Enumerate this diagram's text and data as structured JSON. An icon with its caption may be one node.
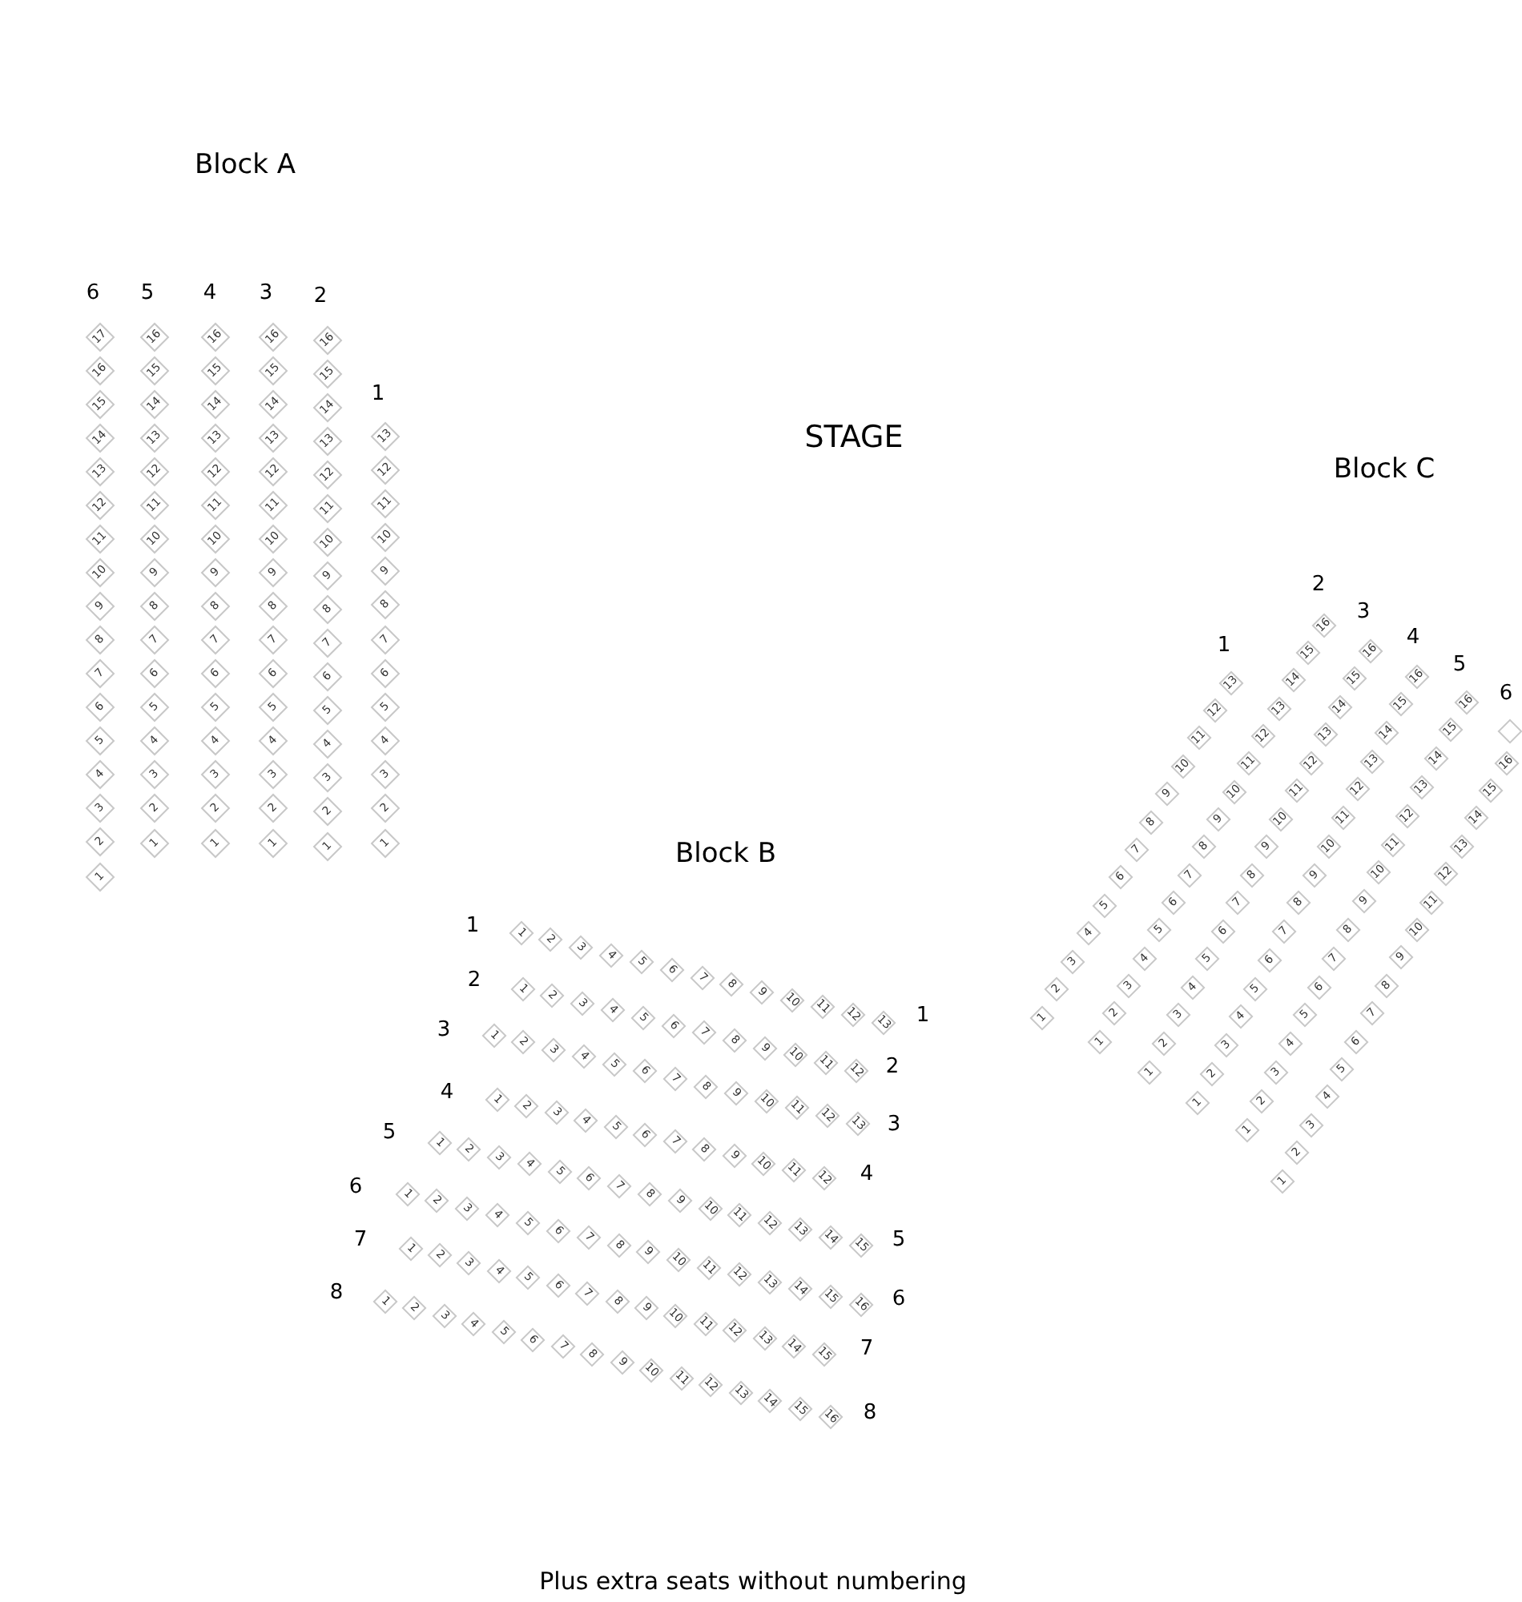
{
  "diagram": {
    "caption": "Plus extra seats without numbering",
    "nodes": [
      {
        "text": [
          "17"
        ]
      },
      {
        "text": [
          "16"
        ]
      },
      {
        "text": [
          "15"
        ]
      },
      {
        "text": [
          "14"
        ]
      },
      {
        "text": [
          "13"
        ]
      },
      {
        "text": [
          "12"
        ]
      },
      {
        "text": [
          "11"
        ]
      },
      {
        "text": [
          "10"
        ]
      },
      {
        "text": [
          "9"
        ]
      },
      {
        "text": [
          "8"
        ]
      },
      {
        "text": [
          "7"
        ]
      },
      {
        "text": [
          "6"
        ]
      },
      {
        "text": [
          "5"
        ]
      },
      {
        "text": [
          "4"
        ]
      },
      {
        "text": [
          "3"
        ]
      },
      {
        "text": [
          "2"
        ]
      },
      {
        "text": [
          "1"
        ]
      },
      {
        "text": [
          "16"
        ]
      },
      {
        "text": [
          "15"
        ]
      },
      {
        "text": [
          "14"
        ]
      },
      {
        "text": [
          "13"
        ]
      },
      {
        "text": [
          "12"
        ]
      },
      {
        "text": [
          "11"
        ]
      },
      {
        "text": [
          "10"
        ]
      },
      {
        "text": [
          "9"
        ]
      },
      {
        "text": [
          "8"
        ]
      },
      {
        "text": [
          "7"
        ]
      },
      {
        "text": [
          "6"
        ]
      },
      {
        "text": [
          "5"
        ]
      },
      {
        "text": [
          "4"
        ]
      },
      {
        "text": [
          "3"
        ]
      },
      {
        "text": [
          "2"
        ]
      },
      {
        "text": [
          "1"
        ]
      },
      {
        "text": [
          "16"
        ]
      },
      {
        "text": [
          "15"
        ]
      },
      {
        "text": [
          "14"
        ]
      },
      {
        "text": [
          "13"
        ]
      },
      {
        "text": [
          "12"
        ]
      },
      {
        "text": [
          "11"
        ]
      },
      {
        "text": [
          "10"
        ]
      },
      {
        "text": [
          "9"
        ]
      },
      {
        "text": [
          "8"
        ]
      },
      {
        "text": [
          "7"
        ]
      },
      {
        "text": [
          "6"
        ]
      },
      {
        "text": [
          "5"
        ]
      },
      {
        "text": [
          "4"
        ]
      },
      {
        "text": [
          "3"
        ]
      },
      {
        "text": [
          "2"
        ]
      },
      {
        "text": [
          "1"
        ]
      },
      {
        "text": [
          "16"
        ]
      },
      {
        "text": [
          "15"
        ]
      },
      {
        "text": [
          "14"
        ]
      },
      {
        "text": [
          "13"
        ]
      },
      {
        "text": [
          "12"
        ]
      },
      {
        "text": [
          "11"
        ]
      },
      {
        "text": [
          "10"
        ]
      },
      {
        "text": [
          "9"
        ]
      },
      {
        "text": [
          "8"
        ]
      },
      {
        "text": [
          "7"
        ]
      },
      {
        "text": [
          "6"
        ]
      },
      {
        "text": [
          "5"
        ]
      },
      {
        "text": [
          "4"
        ]
      },
      {
        "text": [
          "3"
        ]
      },
      {
        "text": [
          "2"
        ]
      },
      {
        "text": [
          "1"
        ]
      },
      {
        "text": [
          "16"
        ]
      },
      {
        "text": [
          "15"
        ]
      },
      {
        "text": [
          "14"
        ]
      },
      {
        "text": [
          "13"
        ]
      },
      {
        "text": [
          "12"
        ]
      },
      {
        "text": [
          "11"
        ]
      },
      {
        "text": [
          "10"
        ]
      },
      {
        "text": [
          "9"
        ]
      },
      {
        "text": [
          "8"
        ]
      },
      {
        "text": [
          "7"
        ]
      },
      {
        "text": [
          "6"
        ]
      },
      {
        "text": [
          "5"
        ]
      },
      {
        "text": [
          "4"
        ]
      },
      {
        "text": [
          "3"
        ]
      },
      {
        "text": [
          "2"
        ]
      },
      {
        "text": [
          "1"
        ]
      },
      {
        "text": [
          "13"
        ]
      },
      {
        "text": [
          "12"
        ]
      },
      {
        "text": [
          "11"
        ]
      },
      {
        "text": [
          "10"
        ]
      },
      {
        "text": [
          "9"
        ]
      },
      {
        "text": [
          "8"
        ]
      },
      {
        "text": [
          "7"
        ]
      },
      {
        "text": [
          "6"
        ]
      },
      {
        "text": [
          "5"
        ]
      },
      {
        "text": [
          "4"
        ]
      },
      {
        "text": [
          "3"
        ]
      },
      {
        "text": [
          "2"
        ]
      },
      {
        "text": [
          "1"
        ]
      },
      {
        "text": [
          "1"
        ]
      },
      {
        "text": [
          "2"
        ]
      },
      {
        "text": [
          "3"
        ]
      },
      {
        "text": [
          "4"
        ]
      },
      {
        "text": [
          "5"
        ]
      },
      {
        "text": [
          "6"
        ]
      },
      {
        "text": [
          "7"
        ]
      },
      {
        "text": [
          "8"
        ]
      },
      {
        "text": [
          "9"
        ]
      },
      {
        "text": [
          "10"
        ]
      },
      {
        "text": [
          "11"
        ]
      },
      {
        "text": [
          "12"
        ]
      },
      {
        "text": [
          "13"
        ]
      },
      {
        "text": [
          "1"
        ]
      },
      {
        "text": [
          "2"
        ]
      },
      {
        "text": [
          "3"
        ]
      },
      {
        "text": [
          "4"
        ]
      },
      {
        "text": [
          "5"
        ]
      },
      {
        "text": [
          "6"
        ]
      },
      {
        "text": [
          "7"
        ]
      },
      {
        "text": [
          "8"
        ]
      },
      {
        "text": [
          "9"
        ]
      },
      {
        "text": [
          "10"
        ]
      },
      {
        "text": [
          "11"
        ]
      },
      {
        "text": [
          "12"
        ]
      },
      {
        "text": [
          "1"
        ]
      },
      {
        "text": [
          "2"
        ]
      },
      {
        "text": [
          "3"
        ]
      },
      {
        "text": [
          "4"
        ]
      },
      {
        "text": [
          "5"
        ]
      },
      {
        "text": [
          "6"
        ]
      },
      {
        "text": [
          "7"
        ]
      },
      {
        "text": [
          "8"
        ]
      },
      {
        "text": [
          "9"
        ]
      },
      {
        "text": [
          "10"
        ]
      },
      {
        "text": [
          "11"
        ]
      },
      {
        "text": [
          "12"
        ]
      },
      {
        "text": [
          "13"
        ]
      },
      {
        "text": [
          "1"
        ]
      },
      {
        "text": [
          "2"
        ]
      },
      {
        "text": [
          "3"
        ]
      },
      {
        "text": [
          "4"
        ]
      },
      {
        "text": [
          "5"
        ]
      },
      {
        "text": [
          "6"
        ]
      },
      {
        "text": [
          "7"
        ]
      },
      {
        "text": [
          "8"
        ]
      },
      {
        "text": [
          "9"
        ]
      },
      {
        "text": [
          "10"
        ]
      },
      {
        "text": [
          "11"
        ]
      },
      {
        "text": [
          "12"
        ]
      },
      {
        "text": [
          "1"
        ]
      },
      {
        "text": [
          "2"
        ]
      },
      {
        "text": [
          "3"
        ]
      },
      {
        "text": [
          "4"
        ]
      },
      {
        "text": [
          "5"
        ]
      },
      {
        "text": [
          "6"
        ]
      },
      {
        "text": [
          "7"
        ]
      },
      {
        "text": [
          "8"
        ]
      },
      {
        "text": [
          "9"
        ]
      },
      {
        "text": [
          "10"
        ]
      },
      {
        "text": [
          "11"
        ]
      },
      {
        "text": [
          "12"
        ]
      },
      {
        "text": [
          "13"
        ]
      },
      {
        "text": [
          "14"
        ]
      },
      {
        "text": [
          "15"
        ]
      },
      {
        "text": [
          "1"
        ]
      },
      {
        "text": [
          "2"
        ]
      },
      {
        "text": [
          "3"
        ]
      },
      {
        "text": [
          "4"
        ]
      },
      {
        "text": [
          "5"
        ]
      },
      {
        "text": [
          "6"
        ]
      },
      {
        "text": [
          "7"
        ]
      },
      {
        "text": [
          "8"
        ]
      },
      {
        "text": [
          "9"
        ]
      },
      {
        "text": [
          "10"
        ]
      },
      {
        "text": [
          "11"
        ]
      },
      {
        "text": [
          "12"
        ]
      },
      {
        "text": [
          "13"
        ]
      },
      {
        "text": [
          "14"
        ]
      },
      {
        "text": [
          "15"
        ]
      },
      {
        "text": [
          "16"
        ]
      },
      {
        "text": [
          "1"
        ]
      },
      {
        "text": [
          "2"
        ]
      },
      {
        "text": [
          "3"
        ]
      },
      {
        "text": [
          "4"
        ]
      },
      {
        "text": [
          "5"
        ]
      },
      {
        "text": [
          "6"
        ]
      },
      {
        "text": [
          "7"
        ]
      },
      {
        "text": [
          "8"
        ]
      },
      {
        "text": [
          "9"
        ]
      },
      {
        "text": [
          "10"
        ]
      },
      {
        "text": [
          "11"
        ]
      },
      {
        "text": [
          "12"
        ]
      },
      {
        "text": [
          "13"
        ]
      },
      {
        "text": [
          "14"
        ]
      },
      {
        "text": [
          "15"
        ]
      },
      {
        "text": [
          "1"
        ]
      },
      {
        "text": [
          "2"
        ]
      },
      {
        "text": [
          "3"
        ]
      },
      {
        "text": [
          "4"
        ]
      },
      {
        "text": [
          "5"
        ]
      },
      {
        "text": [
          "6"
        ]
      },
      {
        "text": [
          "7"
        ]
      },
      {
        "text": [
          "8"
        ]
      },
      {
        "text": [
          "9"
        ]
      },
      {
        "text": [
          "10"
        ]
      },
      {
        "text": [
          "11"
        ]
      },
      {
        "text": [
          "12"
        ]
      },
      {
        "text": [
          "13"
        ]
      },
      {
        "text": [
          "14"
        ]
      },
      {
        "text": [
          "15"
        ]
      },
      {
        "text": [
          "16"
        ]
      },
      {
        "text": [
          "1"
        ]
      },
      {
        "text": [
          "2"
        ]
      },
      {
        "text": [
          "3"
        ]
      },
      {
        "text": [
          "4"
        ]
      },
      {
        "text": [
          "5"
        ]
      },
      {
        "text": [
          "6"
        ]
      },
      {
        "text": [
          "7"
        ]
      },
      {
        "text": [
          "8"
        ]
      },
      {
        "text": [
          "9"
        ]
      },
      {
        "text": [
          "10"
        ]
      },
      {
        "text": [
          "11"
        ]
      },
      {
        "text": [
          "12"
        ]
      },
      {
        "text": [
          "13"
        ]
      },
      {
        "text": [
          "1"
        ]
      },
      {
        "text": [
          "2"
        ]
      },
      {
        "text": [
          "3"
        ]
      },
      {
        "text": [
          "4"
        ]
      },
      {
        "text": [
          "5"
        ]
      },
      {
        "text": [
          "6"
        ]
      },
      {
        "text": [
          "7"
        ]
      },
      {
        "text": [
          "8"
        ]
      },
      {
        "text": [
          "9"
        ]
      },
      {
        "text": [
          "10"
        ]
      },
      {
        "text": [
          "11"
        ]
      },
      {
        "text": [
          "12"
        ]
      },
      {
        "text": [
          "13"
        ]
      },
      {
        "text": [
          "14"
        ]
      },
      {
        "text": [
          "15"
        ]
      },
      {
        "text": [
          "16"
        ]
      },
      {
        "text": [
          "1"
        ]
      },
      {
        "text": [
          "2"
        ]
      },
      {
        "text": [
          "3"
        ]
      },
      {
        "text": [
          "4"
        ]
      },
      {
        "text": [
          "5"
        ]
      },
      {
        "text": [
          "6"
        ]
      },
      {
        "text": [
          "7"
        ]
      },
      {
        "text": [
          "8"
        ]
      },
      {
        "text": [
          "9"
        ]
      },
      {
        "text": [
          "10"
        ]
      },
      {
        "text": [
          "11"
        ]
      },
      {
        "text": [
          "12"
        ]
      },
      {
        "text": [
          "13"
        ]
      },
      {
        "text": [
          "14"
        ]
      },
      {
        "text": [
          "15"
        ]
      },
      {
        "text": [
          "16"
        ]
      },
      {
        "text": [
          "1"
        ]
      },
      {
        "text": [
          "2"
        ]
      },
      {
        "text": [
          "3"
        ]
      },
      {
        "text": [
          "4"
        ]
      },
      {
        "text": [
          "5"
        ]
      },
      {
        "text": [
          "6"
        ]
      },
      {
        "text": [
          "7"
        ]
      },
      {
        "text": [
          "8"
        ]
      },
      {
        "text": [
          "9"
        ]
      },
      {
        "text": [
          "10"
        ]
      },
      {
        "text": [
          "11"
        ]
      },
      {
        "text": [
          "12"
        ]
      },
      {
        "text": [
          "13"
        ]
      },
      {
        "text": [
          "14"
        ]
      },
      {
        "text": [
          "15"
        ]
      },
      {
        "text": [
          "16"
        ]
      },
      {
        "text": [
          "1"
        ]
      },
      {
        "text": [
          "2"
        ]
      },
      {
        "text": [
          "3"
        ]
      },
      {
        "text": [
          "4"
        ]
      },
      {
        "text": [
          "5"
        ]
      },
      {
        "text": [
          "6"
        ]
      },
      {
        "text": [
          "7"
        ]
      },
      {
        "text": [
          "8"
        ]
      },
      {
        "text": [
          "9"
        ]
      },
      {
        "text": [
          "10"
        ]
      },
      {
        "text": [
          "11"
        ]
      },
      {
        "text": [
          "12"
        ]
      },
      {
        "text": [
          "13"
        ]
      },
      {
        "text": [
          "14"
        ]
      },
      {
        "text": [
          "15"
        ]
      },
      {
        "text": [
          "16"
        ]
      },
      {
        "text": [
          "1"
        ]
      },
      {
        "text": [
          "2"
        ]
      },
      {
        "text": [
          "3"
        ]
      },
      {
        "text": [
          "4"
        ]
      },
      {
        "text": [
          "5"
        ]
      },
      {
        "text": [
          "6"
        ]
      },
      {
        "text": [
          "7"
        ]
      },
      {
        "text": [
          "8"
        ]
      },
      {
        "text": [
          "9"
        ]
      },
      {
        "text": [
          "10"
        ]
      },
      {
        "text": [
          "11"
        ]
      },
      {
        "text": [
          "12"
        ]
      },
      {
        "text": [
          "13"
        ]
      },
      {
        "text": [
          "14"
        ]
      },
      {
        "text": [
          "15"
        ]
      },
      {
        "text": [
          "16"
        ]
      },
      {
        "text": [],
        "shape": "diamond"
      }
    ],
    "labels": [
      "Block A",
      "6",
      "5",
      "4",
      "3",
      "2",
      "1",
      "STAGE",
      "Block C",
      "1",
      "2",
      "3",
      "4",
      "5",
      "6",
      "Block B",
      "1",
      "1",
      "2",
      "2",
      "3",
      "3",
      "4",
      "4",
      "5",
      "5",
      "6",
      "6",
      "7",
      "7",
      "8",
      "8"
    ]
  }
}
